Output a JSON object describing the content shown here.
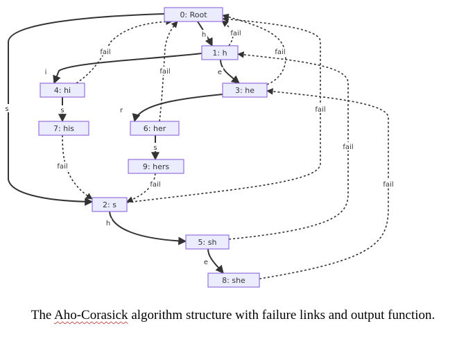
{
  "diagram": {
    "nodes": [
      {
        "id": "n0",
        "label": "0: Root"
      },
      {
        "id": "n1",
        "label": "1: h"
      },
      {
        "id": "n2",
        "label": "2: s"
      },
      {
        "id": "n3",
        "label": "3: he"
      },
      {
        "id": "n4",
        "label": "4: hi"
      },
      {
        "id": "n5",
        "label": "5: sh"
      },
      {
        "id": "n6",
        "label": "6: her"
      },
      {
        "id": "n7",
        "label": "7: his"
      },
      {
        "id": "n8",
        "label": "8: she"
      },
      {
        "id": "n9",
        "label": "9: hers"
      }
    ],
    "edges": [
      {
        "from": "n0",
        "to": "n1",
        "label": "h",
        "type": "goto"
      },
      {
        "from": "n0",
        "to": "n2",
        "label": "s",
        "type": "goto"
      },
      {
        "from": "n1",
        "to": "n3",
        "label": "e",
        "type": "goto"
      },
      {
        "from": "n1",
        "to": "n4",
        "label": "i",
        "type": "goto"
      },
      {
        "from": "n2",
        "to": "n5",
        "label": "h",
        "type": "goto"
      },
      {
        "from": "n3",
        "to": "n6",
        "label": "r",
        "type": "goto"
      },
      {
        "from": "n4",
        "to": "n7",
        "label": "s",
        "type": "goto"
      },
      {
        "from": "n5",
        "to": "n8",
        "label": "e",
        "type": "goto"
      },
      {
        "from": "n6",
        "to": "n9",
        "label": "s",
        "type": "goto"
      },
      {
        "from": "n1",
        "to": "n0",
        "label": "fail",
        "type": "fail"
      },
      {
        "from": "n2",
        "to": "n0",
        "label": "fail",
        "type": "fail"
      },
      {
        "from": "n3",
        "to": "n0",
        "label": "fail",
        "type": "fail"
      },
      {
        "from": "n4",
        "to": "n0",
        "label": "fail",
        "type": "fail"
      },
      {
        "from": "n6",
        "to": "n0",
        "label": "fail",
        "type": "fail"
      },
      {
        "from": "n7",
        "to": "n2",
        "label": "fail",
        "type": "fail"
      },
      {
        "from": "n9",
        "to": "n2",
        "label": "fail",
        "type": "fail"
      },
      {
        "from": "n5",
        "to": "n1",
        "label": "fail",
        "type": "fail"
      },
      {
        "from": "n8",
        "to": "n3",
        "label": "fail",
        "type": "fail"
      }
    ]
  },
  "caption": {
    "before": "The ",
    "name": "Aho-Corasick",
    "after": " algorithm structure with failure links and output function."
  }
}
